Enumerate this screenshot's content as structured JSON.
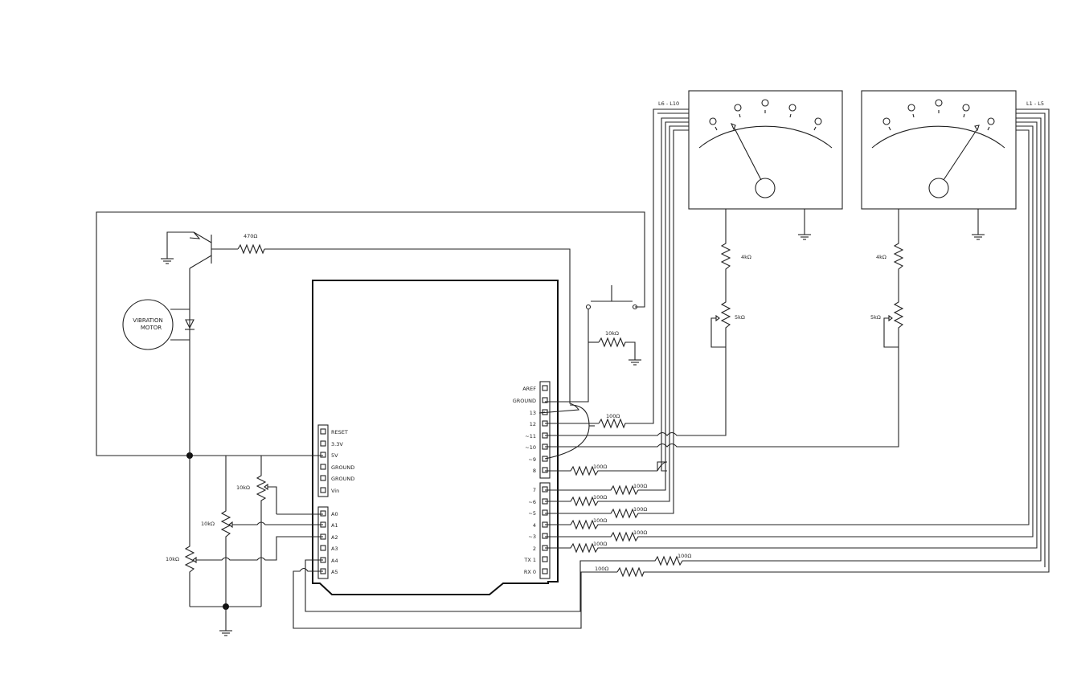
{
  "motor": {
    "line1": "VIBRATION",
    "line2": "MOTOR"
  },
  "resistors": {
    "base": "470Ω",
    "pulldown": "10kΩ",
    "pin13": "100Ω",
    "pin8": "100Ω",
    "pin7": "100Ω",
    "pin6": "100Ω",
    "pin5": "100Ω",
    "pin4": "100Ω",
    "pin3": "100Ω",
    "pin2": "100Ω",
    "tx": "100Ω",
    "rx": "100Ω",
    "meter_left": "4kΩ",
    "meter_right": "4kΩ"
  },
  "pots": {
    "a0": "10kΩ",
    "a1": "10kΩ",
    "a2": "10kΩ",
    "meter_left": "5kΩ",
    "meter_right": "5kΩ"
  },
  "meters": {
    "left_label": "L6 - L10",
    "right_label": "L1 - L5"
  },
  "arduino": {
    "power_pins": [
      "RESET",
      "3.3V",
      "5V",
      "GROUND",
      "GROUND",
      "Vin"
    ],
    "analog_pins": [
      "A0",
      "A1",
      "A2",
      "A3",
      "A4",
      "A5"
    ],
    "digital_top": [
      "AREF",
      "GROUND",
      "13",
      "12",
      "~11",
      "~10",
      "~9",
      "8"
    ],
    "digital_bottom": [
      "7",
      "~6",
      "~5",
      "4",
      "~3",
      "2",
      "TX 1",
      "RX 0"
    ]
  }
}
